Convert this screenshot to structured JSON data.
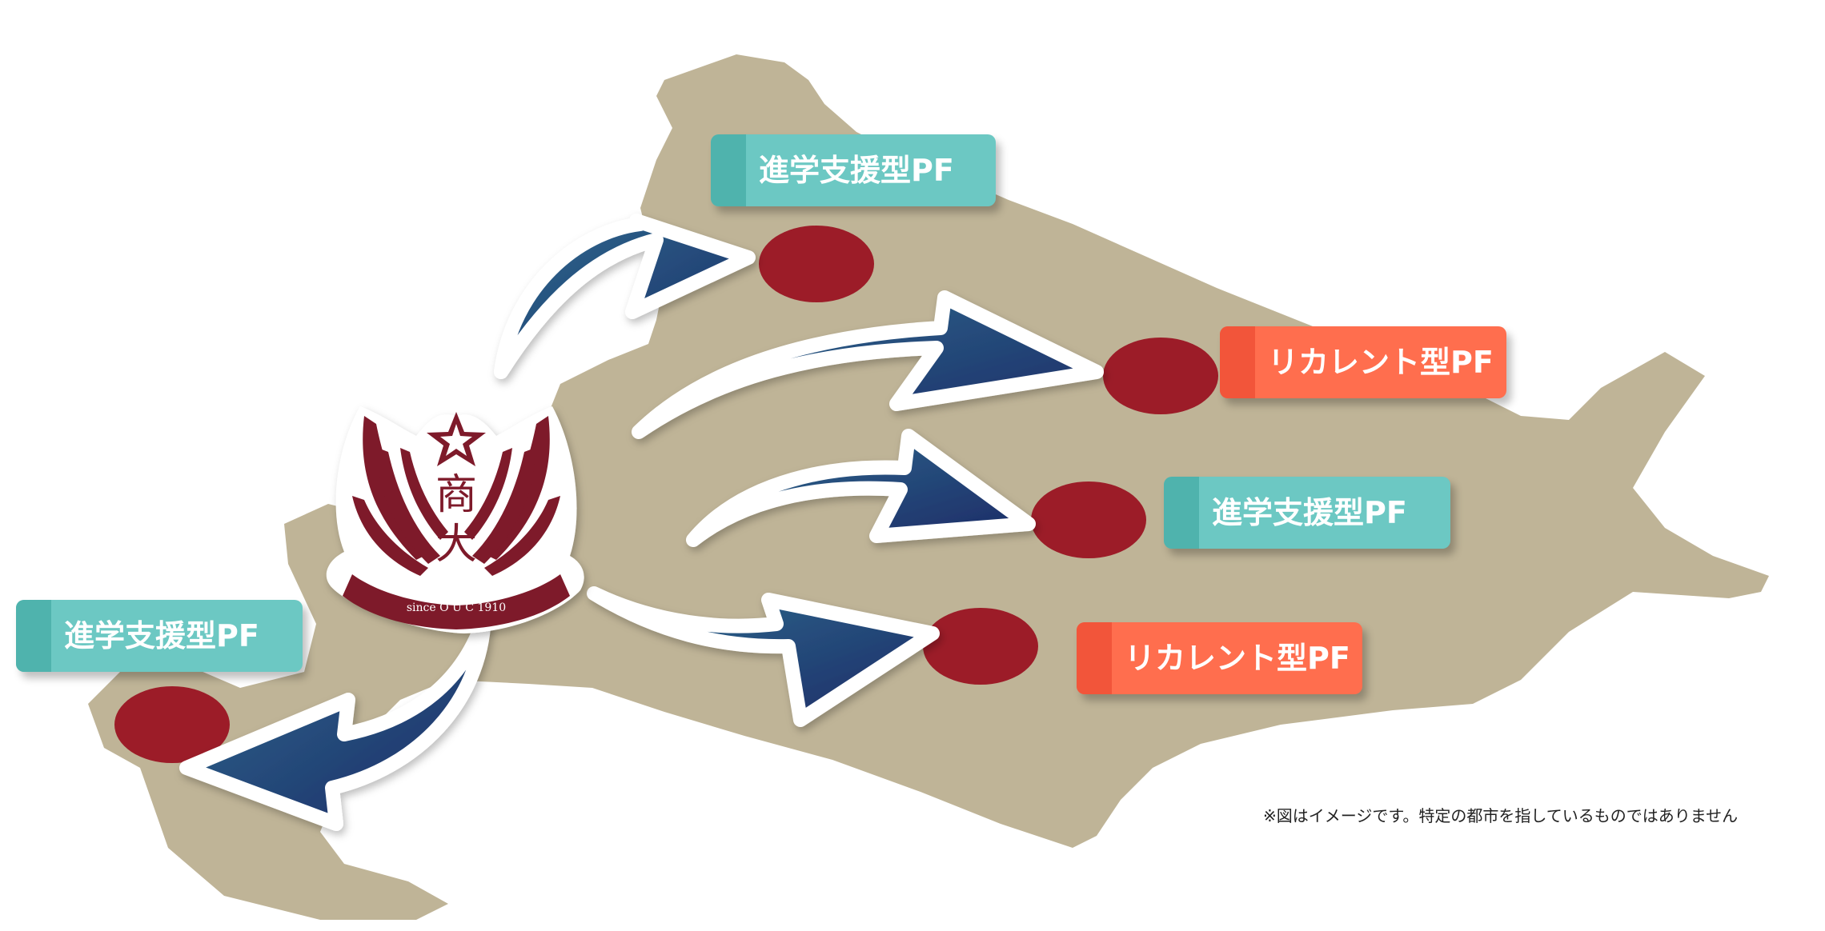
{
  "colors": {
    "land": "#bfb497",
    "city_marker": "#9c1c28",
    "arrow_dark": "#1c2a66",
    "arrow_light": "#2e6c8f",
    "emblem": "#7e1a2a",
    "tag_teal": "#6cc8c3",
    "tag_orange": "#ff6e4e"
  },
  "emblem": {
    "characters": "商大",
    "ribbon_text": "since O U C 1910",
    "icon": "winged-star-emblem"
  },
  "labels": [
    {
      "id": "label-1",
      "text": "進学支援型PF",
      "kind": "teal"
    },
    {
      "id": "label-2",
      "text": "リカレント型PF",
      "kind": "orange"
    },
    {
      "id": "label-3",
      "text": "進学支援型PF",
      "kind": "teal"
    },
    {
      "id": "label-4",
      "text": "リカレント型PF",
      "kind": "orange"
    },
    {
      "id": "label-5",
      "text": "進学支援型PF",
      "kind": "teal"
    }
  ],
  "footnote": "※図はイメージです。特定の都市を指しているものではありません"
}
